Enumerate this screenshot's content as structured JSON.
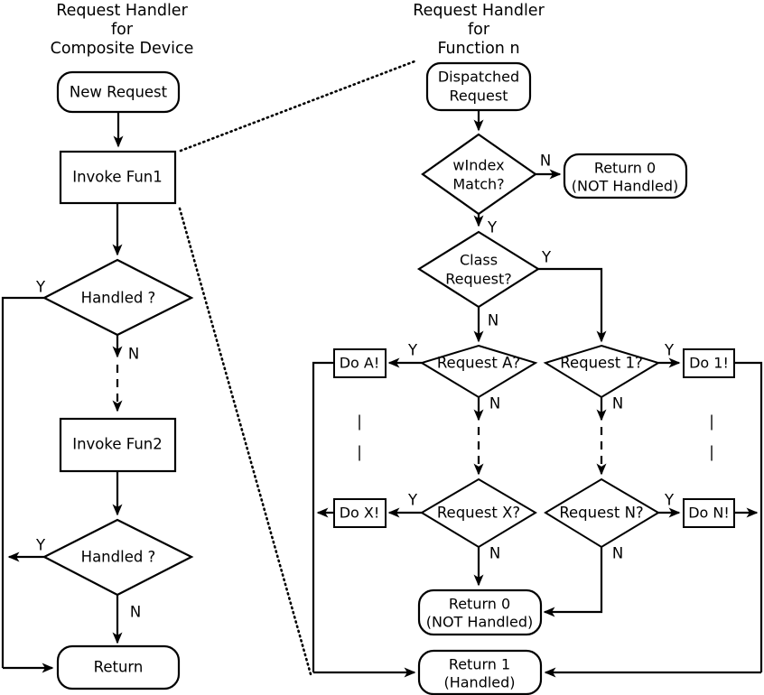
{
  "diagram": {
    "title_left": "Request Handler\nfor\nComposite Device",
    "title_right": "Request Handler\nfor\nFunction n",
    "left_column": {
      "start": "New Request",
      "invoke1": "Invoke Fun1",
      "decision1": "Handled ?",
      "decision1_yes": "Y",
      "decision1_no": "N",
      "invoke2": "Invoke Fun2",
      "decision2": "Handled ?",
      "decision2_yes": "Y",
      "decision2_no": "N",
      "end": "Return"
    },
    "right_column": {
      "start": "Dispatched\nRequest",
      "start_line1": "Dispatched",
      "start_line2": "Request",
      "windex": "wIndex\nMatch?",
      "windex_line1": "wIndex",
      "windex_line2": "Match?",
      "windex_no": "N",
      "windex_yes": "Y",
      "return0_top_line1": "Return 0",
      "return0_top_line2": "(NOT Handled)",
      "class_request_line1": "Class",
      "class_request_line2": "Request?",
      "class_yes": "Y",
      "class_no": "N",
      "request_a": "Request A?",
      "request_a_yes": "Y",
      "request_a_no": "N",
      "do_a": "Do A!",
      "request_1": "Request 1?",
      "request_1_yes": "Y",
      "request_1_no": "N",
      "do_1": "Do 1!",
      "request_x": "Request X?",
      "request_x_yes": "Y",
      "request_x_no": "N",
      "do_x": "Do X!",
      "request_n": "Request N?",
      "request_n_yes": "Y",
      "request_n_no": "N",
      "do_n": "Do N!",
      "ellipsis_left": "|",
      "ellipsis_right": "|",
      "return0_bottom_line1": "Return 0",
      "return0_bottom_line2": "(NOT Handled)",
      "return1_line1": "Return 1",
      "return1_line2": "(Handled)"
    }
  },
  "colors": {
    "stroke": "#000000",
    "background": "#ffffff"
  }
}
